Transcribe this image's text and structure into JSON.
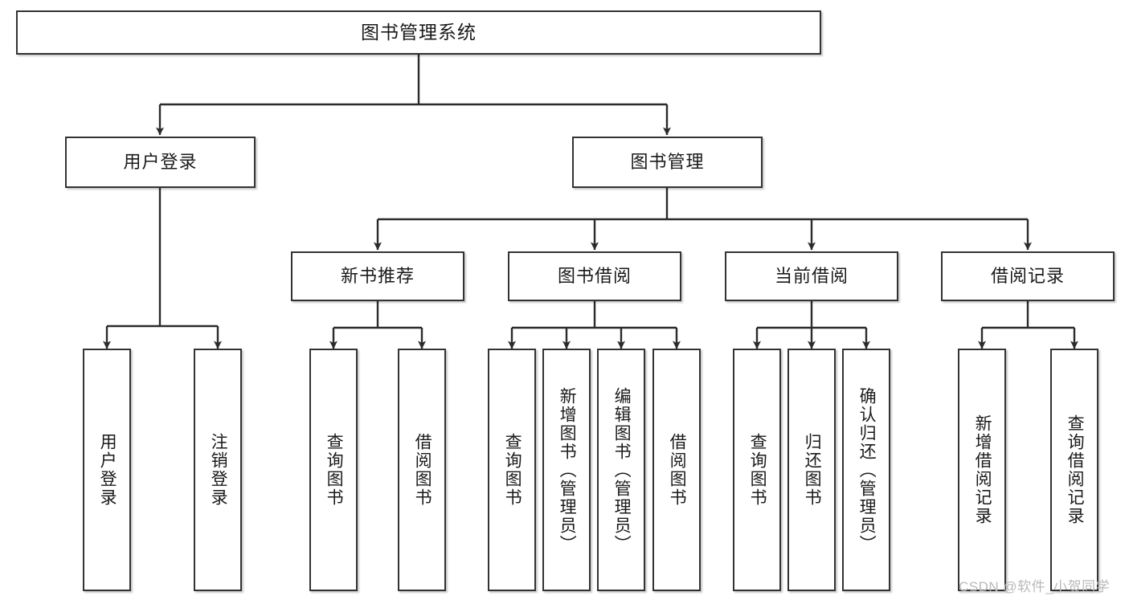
{
  "diagram": {
    "title": "图书管理系统",
    "type": "tree-hierarchy",
    "watermark": "CSDN @软件_小贺同学",
    "colors": {
      "box_border": "#333333",
      "box_fill": "#ffffff",
      "edge": "#2b2b2b",
      "text": "#1a1a1a",
      "watermark": "#b9b9b9",
      "background": "#ffffff"
    },
    "nodes": {
      "root": {
        "label": "图书管理系统"
      },
      "level2": [
        {
          "id": "user-login",
          "label": "用户登录"
        },
        {
          "id": "book-manage",
          "label": "图书管理"
        }
      ],
      "level3": [
        {
          "id": "new-book-recommend",
          "label": "新书推荐"
        },
        {
          "id": "book-borrow",
          "label": "图书借阅"
        },
        {
          "id": "current-borrow",
          "label": "当前借阅"
        },
        {
          "id": "borrow-record",
          "label": "借阅记录"
        }
      ],
      "leaves": [
        {
          "id": "leaf-user-login",
          "label": "用户登录",
          "parent": "user-login"
        },
        {
          "id": "leaf-user-logout",
          "label": "注销登录",
          "parent": "user-login"
        },
        {
          "id": "leaf-query-book-1",
          "label": "查询图书",
          "parent": "new-book-recommend"
        },
        {
          "id": "leaf-borrow-book-1",
          "label": "借阅图书",
          "parent": "new-book-recommend"
        },
        {
          "id": "leaf-query-book-2",
          "label": "查询图书",
          "parent": "book-borrow"
        },
        {
          "id": "leaf-add-book",
          "label": "新增图书（管理员）",
          "parent": "book-borrow"
        },
        {
          "id": "leaf-edit-book",
          "label": "编辑图书（管理员）",
          "parent": "book-borrow"
        },
        {
          "id": "leaf-borrow-book-2",
          "label": "借阅图书",
          "parent": "book-borrow"
        },
        {
          "id": "leaf-query-book-3",
          "label": "查询图书",
          "parent": "current-borrow"
        },
        {
          "id": "leaf-return-book",
          "label": "归还图书",
          "parent": "current-borrow"
        },
        {
          "id": "leaf-confirm-return",
          "label": "确认归还（管理员）",
          "parent": "current-borrow"
        },
        {
          "id": "leaf-add-record",
          "label": "新增借阅记录",
          "parent": "borrow-record"
        },
        {
          "id": "leaf-query-record",
          "label": "查询借阅记录",
          "parent": "borrow-record"
        }
      ]
    }
  }
}
